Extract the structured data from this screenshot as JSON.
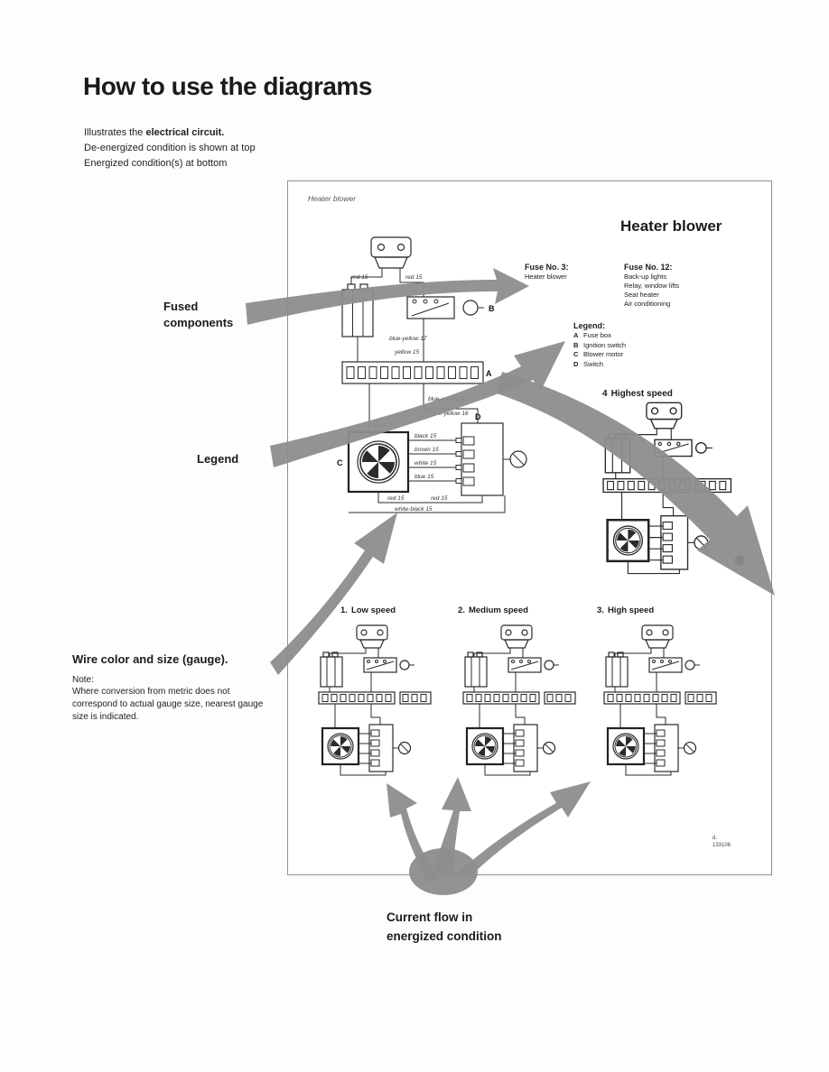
{
  "page": {
    "title": "How to use the diagrams",
    "intro": {
      "line1_pre": "Illustrates the ",
      "line1_bold": "electrical circuit.",
      "line2": "De-energized condition is shown at top",
      "line3": "Energized condition(s) at bottom"
    }
  },
  "callouts": {
    "fused_components": "Fused components",
    "legend": "Legend",
    "wire_color_title": "Wire color and size (gauge).",
    "note_label": "Note:",
    "note_text": "Where conversion from metric does not correspond to actual gauge size, nearest gauge size is indicated.",
    "current_flow_line1": "Current flow in",
    "current_flow_line2": "energized condition"
  },
  "sheet": {
    "running_header": "Heater blower",
    "title": "Heater blower",
    "fuse3": {
      "title": "Fuse No. 3:",
      "items": [
        "Heater blower"
      ]
    },
    "fuse12": {
      "title": "Fuse No. 12:",
      "items": [
        "Back-up lights",
        "Relay, window lifts",
        "Seat heater",
        "Air conditioning"
      ]
    },
    "legend": {
      "title": "Legend:",
      "items": [
        {
          "key": "A",
          "label": "Fuse box"
        },
        {
          "key": "B",
          "label": "Ignition switch"
        },
        {
          "key": "C",
          "label": "Blower motor"
        },
        {
          "key": "D",
          "label": "Switch"
        }
      ]
    },
    "modes": {
      "highest": {
        "num": "4",
        "label": "Highest speed"
      },
      "low": {
        "num": "1.",
        "label": "Low speed"
      },
      "medium": {
        "num": "2.",
        "label": "Medium speed"
      },
      "high": {
        "num": "3.",
        "label": "High speed"
      }
    },
    "letters": {
      "a": "A",
      "b": "B",
      "c": "C",
      "d": "D"
    },
    "wires": {
      "top_left": "red 15",
      "top_right": "red 15",
      "ign_out": "blue-yellow 17",
      "ign_out2": "yellow 15",
      "fuse_out": "blue-yellow 16",
      "fuse_out2": "blue-yellow 16",
      "motor_in": "black 15",
      "row1": "black 15",
      "row2": "brown 15",
      "row3": "white 15",
      "row4": "blue 15",
      "bottom1": "red 15",
      "bottom2": "red 15",
      "bottom3": "white-black 15"
    },
    "figure_ref_prefix": "d.",
    "figure_ref": "133106"
  }
}
